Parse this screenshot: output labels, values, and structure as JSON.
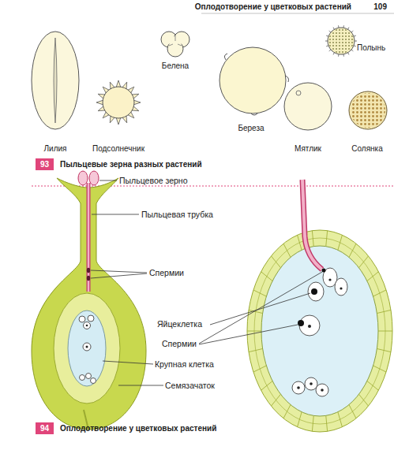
{
  "diagram": {
    "title": "Оплодотворение у цветковых растений",
    "nodes": [
      {
        "text": [
          "93"
        ]
      },
      {
        "text": [
          "94"
        ]
      }
    ],
    "labels": [
      "109",
      "Лилия",
      "Подсолнечник",
      "Белена",
      "Береза",
      "Полынь",
      "Мятлик",
      "Солянка",
      "Пыльцевые зерна разных растений",
      "Пыльцевое зерно",
      "Пыльцевая трубка",
      "Спермии",
      "Яйцеклетка",
      "Спермии",
      "Крупная клетка",
      "Семязачаток",
      "Оплодотворение у цветковых растений"
    ]
  }
}
